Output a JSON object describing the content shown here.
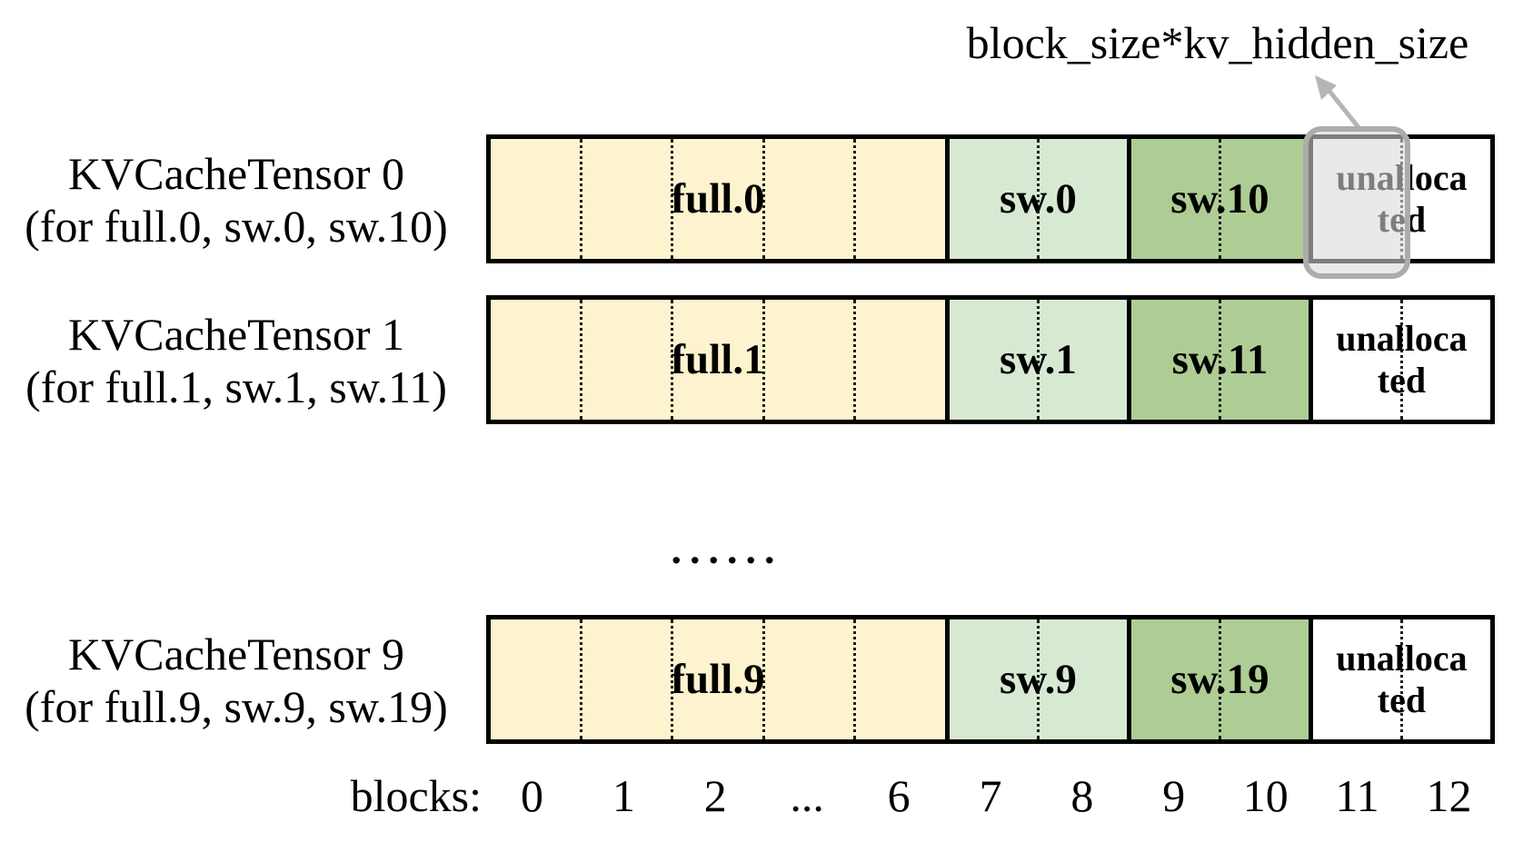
{
  "annotation": {
    "text": "block_size*kv_hidden_size"
  },
  "ellipsis": "......",
  "rows": [
    {
      "title": "KVCacheTensor 0",
      "subtitle": "(for full.0, sw.0, sw.10)",
      "segments": {
        "full": "full.0",
        "sw": "sw.0",
        "sw2": "sw.10",
        "unallocated": "unalloca\nted"
      },
      "highlighted_block": "11"
    },
    {
      "title": "KVCacheTensor 1",
      "subtitle": "(for full.1, sw.1, sw.11)",
      "segments": {
        "full": "full.1",
        "sw": "sw.1",
        "sw2": "sw.11",
        "unallocated": "unalloca\nted"
      }
    },
    {
      "title": "KVCacheTensor 9",
      "subtitle": "(for full.9, sw.9, sw.19)",
      "segments": {
        "full": "full.9",
        "sw": "sw.9",
        "sw2": "sw.19",
        "unallocated": "unalloca\nted"
      }
    }
  ],
  "axis": {
    "label": "blocks:",
    "ticks": [
      "0",
      "1",
      "2",
      "...",
      "6",
      "7",
      "8",
      "9",
      "10",
      "11",
      "12"
    ]
  },
  "colors": {
    "full_segment": "#FDF3CE",
    "sw_segment": "#D8E9D3",
    "sw2_segment": "#AECD94",
    "unallocated_segment": "#FFFFFF",
    "border": "#000000",
    "highlight_border": "#ACACAC",
    "highlight_fill": "#D9D9D9",
    "arrow": "#B5B5B5"
  }
}
